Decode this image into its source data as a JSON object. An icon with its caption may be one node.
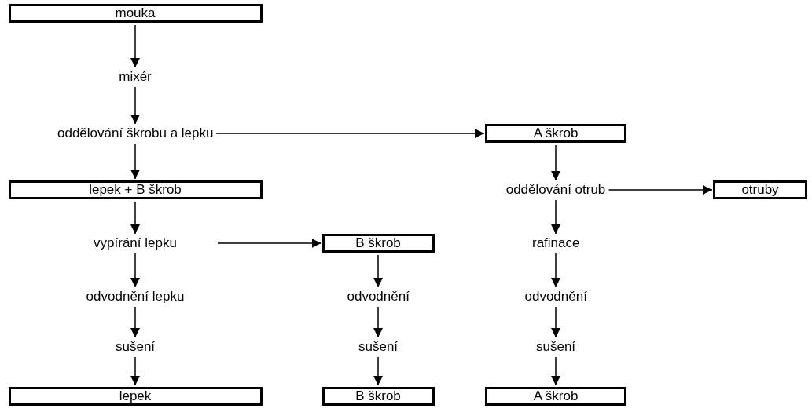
{
  "diagram": {
    "nodes": [
      {
        "text": [
          "mouka"
        ]
      },
      {
        "text": [
          "mixér"
        ]
      },
      {
        "text": [
          "oddělování škrobu a lepku"
        ]
      },
      {
        "text": [
          "A škrob"
        ]
      },
      {
        "text": [
          "lepek + B škrob"
        ]
      },
      {
        "text": [
          "oddělování otrub"
        ]
      },
      {
        "text": [
          "otruby"
        ]
      },
      {
        "text": [
          "vypírání lepku"
        ]
      },
      {
        "text": [
          "B škrob"
        ]
      },
      {
        "text": [
          "rafinace"
        ]
      },
      {
        "text": [
          "odvodnění lepku"
        ]
      },
      {
        "text": [
          "odvodnění"
        ]
      },
      {
        "text": [
          "odvodnění"
        ]
      },
      {
        "text": [
          "sušení"
        ]
      },
      {
        "text": [
          "sušení"
        ]
      },
      {
        "text": [
          "sušení"
        ]
      },
      {
        "text": [
          "lepek"
        ]
      },
      {
        "text": [
          "B škrob"
        ]
      },
      {
        "text": [
          "A škrob"
        ]
      }
    ],
    "edges": [
      {
        "from": 0,
        "to": 1,
        "arrow": "to"
      },
      {
        "from": 1,
        "to": 2,
        "arrow": "to"
      },
      {
        "from": 2,
        "to": 3,
        "arrow": "to"
      },
      {
        "from": 2,
        "to": 4,
        "arrow": "to"
      },
      {
        "from": 3,
        "to": 5,
        "arrow": "to"
      },
      {
        "from": 5,
        "to": 6,
        "arrow": "to"
      },
      {
        "from": 4,
        "to": 7,
        "arrow": "to"
      },
      {
        "from": 7,
        "to": 8,
        "arrow": "to"
      },
      {
        "from": 5,
        "to": 9,
        "arrow": "to"
      },
      {
        "from": 7,
        "to": 10,
        "arrow": "to"
      },
      {
        "from": 8,
        "to": 11,
        "arrow": "to"
      },
      {
        "from": 9,
        "to": 12,
        "arrow": "to"
      },
      {
        "from": 10,
        "to": 13,
        "arrow": "to"
      },
      {
        "from": 11,
        "to": 14,
        "arrow": "to"
      },
      {
        "from": 12,
        "to": 15,
        "arrow": "to"
      },
      {
        "from": 13,
        "to": 16,
        "arrow": "to"
      },
      {
        "from": 14,
        "to": 17,
        "arrow": "to"
      },
      {
        "from": 15,
        "to": 18,
        "arrow": "to"
      }
    ]
  }
}
